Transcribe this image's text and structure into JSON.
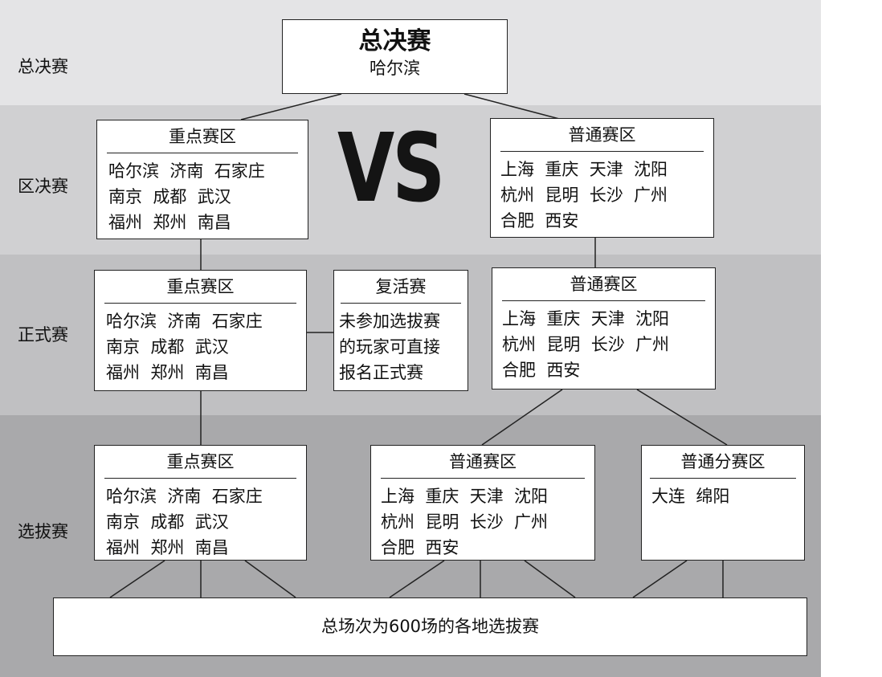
{
  "stages": [
    "总决赛",
    "区决赛",
    "正式赛",
    "选拔赛"
  ],
  "final": {
    "title": "总决赛",
    "city": "哈尔滨"
  },
  "vs": "VS",
  "key_zone": {
    "title": "重点赛区",
    "lines": [
      "哈尔滨  济南  石家庄",
      "南京  成都  武汉",
      "福州  郑州  南昌"
    ]
  },
  "normal_zone": {
    "title": "普通赛区",
    "lines": [
      "上海  重庆  天津  沈阳",
      "杭州  昆明  长沙  广州",
      "合肥  西安"
    ]
  },
  "revival": {
    "title": "复活赛",
    "lines": [
      "未参加选拔赛",
      "的玩家可直接",
      "报名正式赛"
    ]
  },
  "normal_sub_zone": {
    "title": "普通分赛区",
    "lines": [
      "大连  绵阳"
    ]
  },
  "bottom": "总场次为600场的各地选拔赛"
}
